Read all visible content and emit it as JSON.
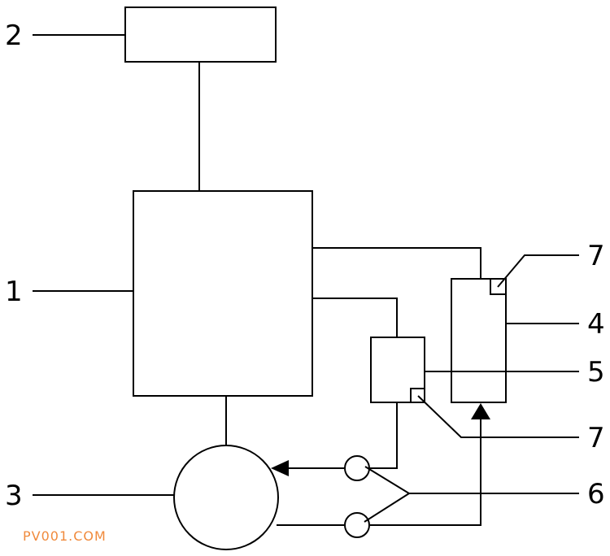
{
  "diagram": {
    "labels": {
      "label_1": "1",
      "label_2": "2",
      "label_3": "3",
      "label_4": "4",
      "label_5": "5",
      "label_6": "6",
      "label_7_top": "7",
      "label_7_bottom": "7"
    },
    "colors": {
      "stroke": "#000000",
      "background": "#ffffff"
    }
  },
  "watermark": {
    "text": "PV001.COM",
    "color": "#f08a3c"
  }
}
